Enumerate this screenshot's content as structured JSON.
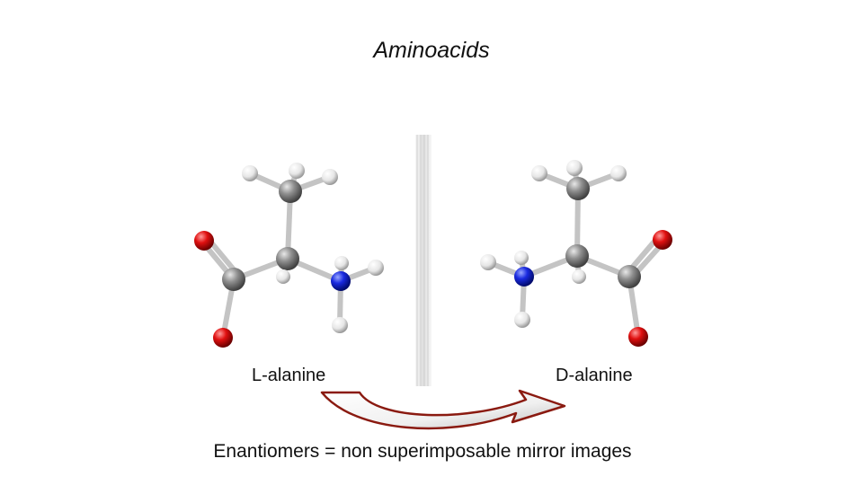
{
  "slide": {
    "title": "Aminoacids",
    "left_label": "L-alanine",
    "right_label": "D-alanine",
    "caption": "Enantiomers = non superimposable mirror images"
  },
  "colors": {
    "carbon": "#8a8a8a",
    "hydrogen": "#f2f2f2",
    "oxygen": "#d01010",
    "nitrogen": "#1020d0",
    "bond": "#c4c4c4",
    "arrow_outline": "#8a1a10"
  }
}
